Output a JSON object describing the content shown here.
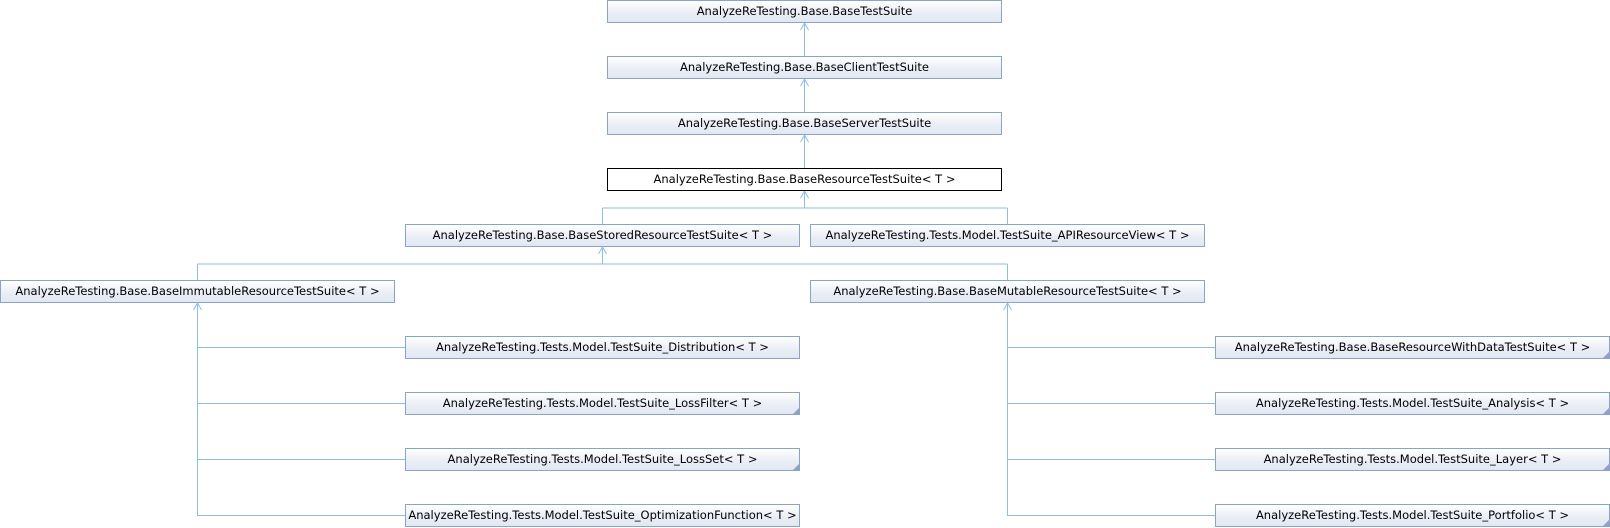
{
  "diagram": {
    "edge_color": "#8fbce6",
    "nodes": {
      "base_test_suite": "AnalyzeReTesting.Base.BaseTestSuite",
      "base_client_test_suite": "AnalyzeReTesting.Base.BaseClientTestSuite",
      "base_server_test_suite": "AnalyzeReTesting.Base.BaseServerTestSuite",
      "base_resource_test_suite": "AnalyzeReTesting.Base.BaseResourceTestSuite< T >",
      "base_stored_resource_test_suite": "AnalyzeReTesting.Base.BaseStoredResourceTestSuite< T >",
      "test_suite_api_resource_view": "AnalyzeReTesting.Tests.Model.TestSuite_APIResourceView< T >",
      "base_immutable_resource_test_suite": "AnalyzeReTesting.Base.BaseImmutableResourceTestSuite< T >",
      "base_mutable_resource_test_suite": "AnalyzeReTesting.Base.BaseMutableResourceTestSuite< T >",
      "test_suite_distribution": "AnalyzeReTesting.Tests.Model.TestSuite_Distribution< T >",
      "test_suite_loss_filter": "AnalyzeReTesting.Tests.Model.TestSuite_LossFilter< T >",
      "test_suite_loss_set": "AnalyzeReTesting.Tests.Model.TestSuite_LossSet< T >",
      "test_suite_optimization_function": "AnalyzeReTesting.Tests.Model.TestSuite_OptimizationFunction< T >",
      "base_resource_with_data_test_suite": "AnalyzeReTesting.Base.BaseResourceWithDataTestSuite< T >",
      "test_suite_analysis": "AnalyzeReTesting.Tests.Model.TestSuite_Analysis< T >",
      "test_suite_layer": "AnalyzeReTesting.Tests.Model.TestSuite_Layer< T >",
      "test_suite_portfolio": "AnalyzeReTesting.Tests.Model.TestSuite_Portfolio< T >"
    }
  }
}
